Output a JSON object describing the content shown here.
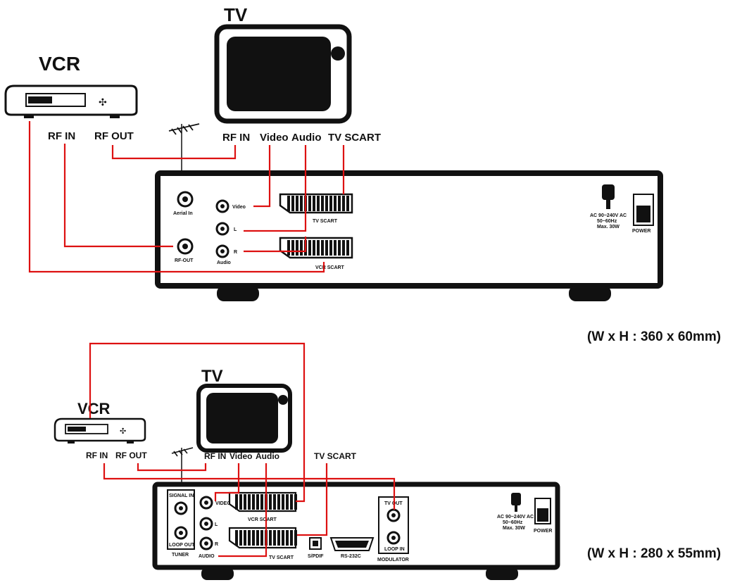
{
  "top": {
    "tv_label": "TV",
    "vcr_label": "VCR",
    "conn_labels": {
      "rf_in_vcr": "RF IN",
      "rf_out_vcr": "RF OUT",
      "rf_in_tv": "RF IN",
      "video": "Video",
      "audio": "Audio",
      "tv_scart": "TV SCART"
    },
    "panel": {
      "aerial_in": "Aerial In",
      "rf_out": "RF-OUT",
      "video": "Video",
      "l": "L",
      "r": "R",
      "audio": "Audio",
      "tv_scart": "TV SCART",
      "vcr_scart": "VCR SCART",
      "power_spec_1": "AC 90~240V AC",
      "power_spec_2": "50~60Hz",
      "power_spec_3": "Max. 30W",
      "power": "POWER"
    },
    "dimensions": "(W x H : 360 x 60mm)"
  },
  "bottom": {
    "tv_label": "TV",
    "vcr_label": "VCR",
    "conn_labels": {
      "rf_in_vcr": "RF IN",
      "rf_out_vcr": "RF OUT",
      "rf_in_tv": "RF IN",
      "video": "Video",
      "audio": "Audio",
      "tv_scart": "TV SCART"
    },
    "panel": {
      "signal_in": "SIGNAL IN",
      "loop_out": "LOOP OUT",
      "tuner": "TUNER",
      "video": "VIDEO",
      "l": "L",
      "r": "R",
      "audio": "AUDIO",
      "vcr_scart": "VCR SCART",
      "tv_scart": "TV SCART",
      "spdif": "S/PDIF",
      "rs232c": "RS-232C",
      "tv_out": "TV OUT",
      "loop_in": "LOOP IN",
      "modulator": "MODULATOR",
      "power_spec_1": "AC 90~240V AC",
      "power_spec_2": "50~60Hz",
      "power_spec_3": "Max. 30W",
      "power": "POWER"
    },
    "dimensions": "(W x H : 280 x 55mm)"
  }
}
